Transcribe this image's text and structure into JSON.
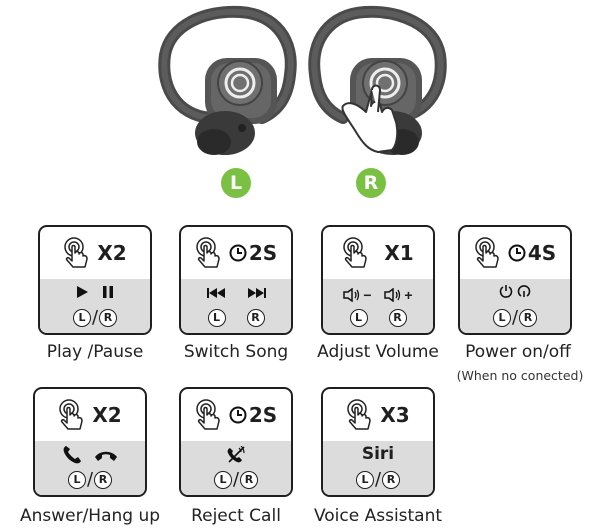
{
  "earbuds": {
    "left_badge": "L",
    "right_badge": "R"
  },
  "lr": {
    "left": "L",
    "right": "R",
    "slash": "/"
  },
  "cards": [
    {
      "id": "play-pause",
      "count": "X2",
      "hold": "",
      "caption": "Play /Pause",
      "subcaption": ""
    },
    {
      "id": "switch-song",
      "count": "",
      "hold": "2S",
      "caption": "Switch Song",
      "subcaption": ""
    },
    {
      "id": "adjust-volume",
      "count": "X1",
      "hold": "",
      "caption": "Adjust Volume",
      "subcaption": ""
    },
    {
      "id": "power",
      "count": "",
      "hold": "4S",
      "caption": "Power on/off",
      "subcaption": "(When no conected)"
    },
    {
      "id": "answer-hangup",
      "count": "X2",
      "hold": "",
      "caption": "Answer/Hang up",
      "subcaption": ""
    },
    {
      "id": "reject-call",
      "count": "",
      "hold": "2S",
      "caption": "Reject Call",
      "subcaption": ""
    },
    {
      "id": "voice-assistant",
      "count": "X3",
      "hold": "",
      "caption": "Voice Assistant",
      "subcaption": "",
      "action": "Siri"
    }
  ],
  "volume": {
    "minus": "−",
    "plus": "+"
  },
  "colors": {
    "badge": "#7ac143",
    "panel": "#dcdcdc",
    "outline": "#1f1f1f"
  }
}
